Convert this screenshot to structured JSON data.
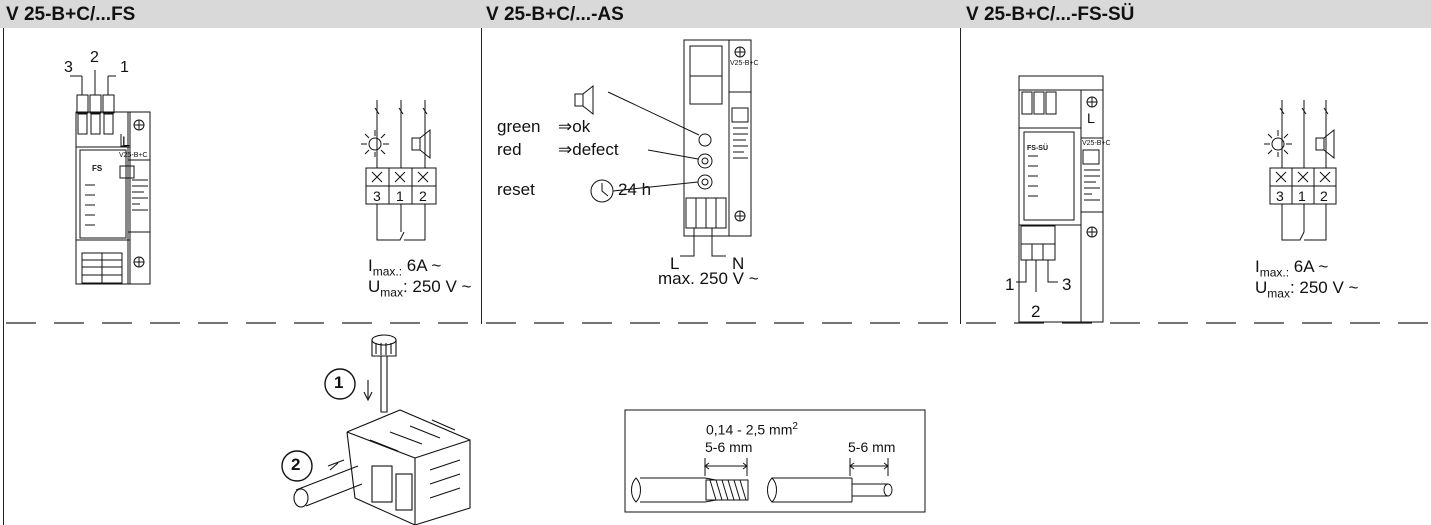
{
  "headers": {
    "fs": "V 25-B+C/...FS",
    "as": "V 25-B+C/...-AS",
    "fssu": "V 25-B+C/...-FS-SÜ"
  },
  "panel_fs": {
    "terminal_3": "3",
    "terminal_2": "2",
    "terminal_1": "1",
    "block_1": "3",
    "block_2": "1",
    "block_3": "2",
    "imax_label": "I",
    "imax_sub": "max.:",
    "imax_value": " 6A ~",
    "umax_label": "U",
    "umax_sub": "max",
    "umax_value": ": 250 V ~"
  },
  "panel_as": {
    "green_label": "green",
    "green_state": "⇒ok",
    "red_label": "red",
    "red_state": "⇒defect",
    "reset_label": "reset",
    "reset_time": "24 h",
    "l_label": "L",
    "n_label": "N",
    "max_voltage": "max. 250 V ~"
  },
  "panel_fssu": {
    "terminal_1": "1",
    "terminal_2": "2",
    "terminal_3": "3",
    "block_1": "3",
    "block_2": "1",
    "block_3": "2",
    "imax_label": "I",
    "imax_sub": "max.:",
    "imax_value": " 6A ~",
    "umax_label": "U",
    "umax_sub": "max",
    "umax_value": ": 250 V ~"
  },
  "install": {
    "step_1": "1",
    "step_2": "2"
  },
  "wire": {
    "cross_section": "0,14 - 2,5 mm",
    "cross_section_sup": "2",
    "strip_length_left": "5-6  mm",
    "strip_length_right": "5-6 mm"
  },
  "device_text": {
    "model": "V25-B+C",
    "fs": "FS",
    "fssu": "FS-SÜ",
    "l_mark": "L"
  }
}
